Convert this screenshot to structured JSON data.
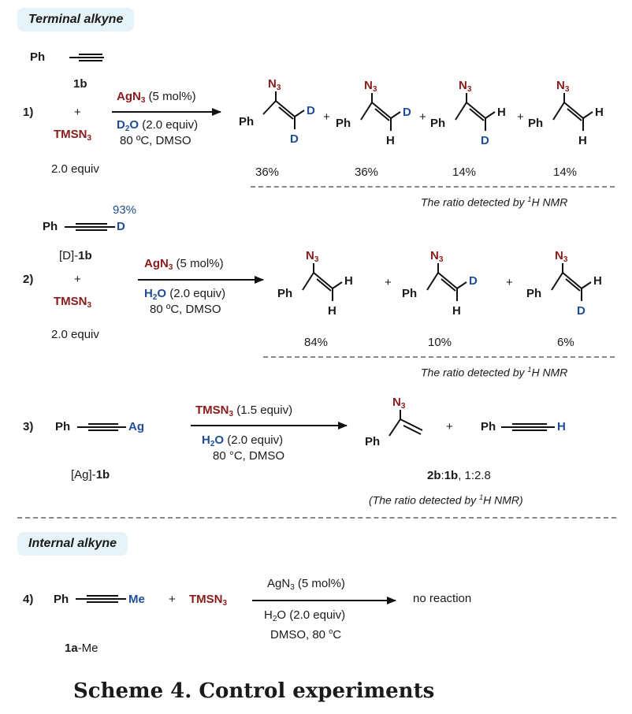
{
  "tags": {
    "terminal": "Terminal alkyne",
    "internal": "Internal alkyne"
  },
  "r1": {
    "num": "1)",
    "sm_ph": "Ph",
    "sm_label": "1b",
    "plus": "+",
    "reagent": "TMSN",
    "reagent_sub": "3",
    "equiv": "2.0 equiv",
    "cat": "AgN",
    "cat_sub": "3",
    "cat_amt": " (5 mol%)",
    "solv": "D",
    "solv_sub": "2",
    "solv_o": "O",
    "solv_amt": " (2.0 equiv)",
    "cond": "80 ºC, DMSO",
    "percents": [
      "36%",
      "36%",
      "14%",
      "14%"
    ],
    "note": "The ratio detected by ",
    "note_sup": "1",
    "note_end": "H NMR"
  },
  "r2": {
    "num": "2)",
    "sm_ph": "Ph",
    "sm_d": "D",
    "d_pct": "93%",
    "sm_label_pre": "[D]-",
    "sm_label": "1b",
    "plus": "+",
    "reagent": "TMSN",
    "reagent_sub": "3",
    "equiv": "2.0 equiv",
    "cat": "AgN",
    "cat_sub": "3",
    "cat_amt": " (5 mol%)",
    "solv": "H",
    "solv_sub": "2",
    "solv_o": "O",
    "solv_amt": " (2.0 equiv)",
    "cond": "80 ºC, DMSO",
    "percents": [
      "84%",
      "10%",
      "6%"
    ],
    "note": "The ratio detected by ",
    "note_sup": "1",
    "note_end": "H NMR"
  },
  "r3": {
    "num": "3)",
    "sm_ph": "Ph",
    "sm_ag": "Ag",
    "sm_label_pre": "[Ag]-",
    "sm_label": "1b",
    "reagent": "TMSN",
    "reagent_sub": "3",
    "reagent_amt": " (1.5 equiv)",
    "solv": "H",
    "solv_sub": "2",
    "solv_o": "O",
    "solv_amt": " (2.0 equiv)",
    "cond": "80 °C, DMSO",
    "prod2_ph": "Ph",
    "prod2_h": "H",
    "plus": "+",
    "ratio_a": "2b",
    "ratio_colon": ":",
    "ratio_b": "1b",
    "ratio_val": ", 1:2.8",
    "note": "(The ratio detected by ",
    "note_sup": "1",
    "note_end": "H NMR)"
  },
  "r4": {
    "num": "4)",
    "sm_ph": "Ph",
    "sm_me": "Me",
    "plus": "+",
    "reagent": "TMSN",
    "reagent_sub": "3",
    "cat": "AgN",
    "cat_sub": "3",
    "cat_amt": " (5 mol%)",
    "solv": "H",
    "solv_sub": "2",
    "solv_amt": "O (2.0 equiv)",
    "cond_pre": "DMSO, 80 ",
    "cond_sup": "o",
    "cond_end": "C",
    "result": "no reaction",
    "label_a": "1a",
    "label_b": "-Me"
  },
  "atoms": {
    "N3": "N",
    "N3_sub": "3",
    "Ph": "Ph",
    "D": "D",
    "H": "H"
  },
  "caption": "Scheme 4. Control experiments"
}
